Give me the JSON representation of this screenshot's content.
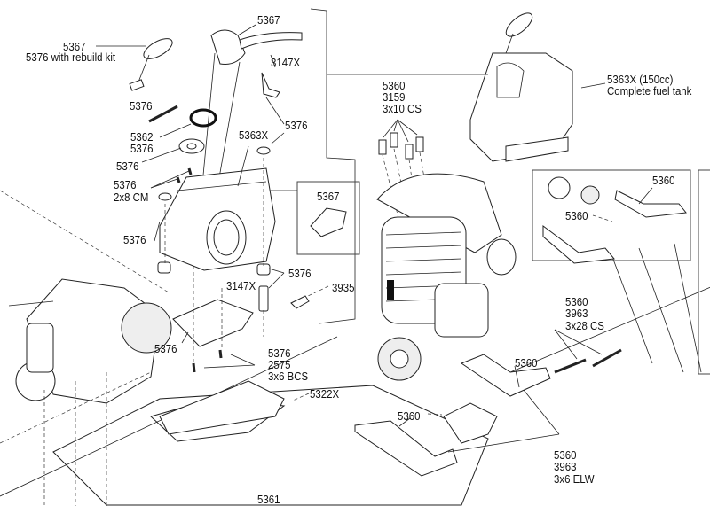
{
  "diagram": {
    "type": "exploded-parts-diagram",
    "subject": "Nitro engine assembly with fuel tank, pull start, mounts and chassis",
    "callouts": [
      {
        "id": "c1",
        "lines": [
          "5367"
        ]
      },
      {
        "id": "c2",
        "lines": [
          "5367",
          "5376 with rebuild kit"
        ]
      },
      {
        "id": "c3",
        "lines": [
          "3147X"
        ]
      },
      {
        "id": "c4",
        "lines": [
          "5376"
        ]
      },
      {
        "id": "c5",
        "lines": [
          "5362",
          "5376"
        ]
      },
      {
        "id": "c6",
        "lines": [
          "5376"
        ]
      },
      {
        "id": "c7",
        "lines": [
          "5376"
        ]
      },
      {
        "id": "c8",
        "lines": [
          "5363X"
        ]
      },
      {
        "id": "c9",
        "lines": [
          "5376",
          "2x8 CM"
        ]
      },
      {
        "id": "c10",
        "lines": [
          "5367"
        ]
      },
      {
        "id": "c11",
        "lines": [
          "5376"
        ]
      },
      {
        "id": "c12",
        "lines": [
          "5376"
        ]
      },
      {
        "id": "c13",
        "lines": [
          "3147X"
        ]
      },
      {
        "id": "c14",
        "lines": [
          "3935"
        ]
      },
      {
        "id": "c15",
        "lines": [
          "5376"
        ]
      },
      {
        "id": "c16",
        "lines": [
          "5376",
          "2575",
          "3x6 BCS"
        ]
      },
      {
        "id": "c17",
        "lines": [
          "5322X"
        ]
      },
      {
        "id": "c18",
        "lines": [
          "5361"
        ]
      },
      {
        "id": "c19",
        "lines": [
          "5360",
          "3159",
          "3x10 CS"
        ]
      },
      {
        "id": "c20",
        "lines": [
          "5363X (150cc)",
          "Complete fuel tank"
        ]
      },
      {
        "id": "c21",
        "lines": [
          "5360"
        ]
      },
      {
        "id": "c22",
        "lines": [
          "5360"
        ]
      },
      {
        "id": "c23",
        "lines": [
          "5360",
          "3963",
          "3x28 CS"
        ]
      },
      {
        "id": "c24",
        "lines": [
          "5360"
        ]
      },
      {
        "id": "c25",
        "lines": [
          "5360"
        ]
      },
      {
        "id": "c26",
        "lines": [
          "5360",
          "3963",
          "3x6 ELW"
        ]
      }
    ]
  }
}
